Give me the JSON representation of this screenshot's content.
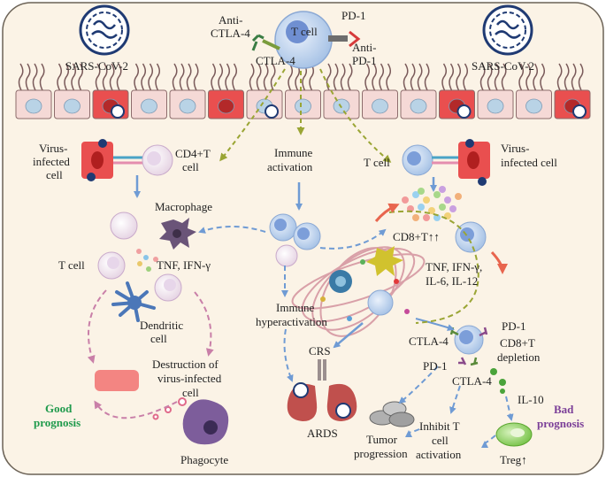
{
  "labels": {
    "virus_left": "SARS-CoV-2",
    "virus_right": "SARS-CoV-2",
    "anti_ctla4_line1": "Anti-",
    "anti_ctla4_line2": "CTLA-4",
    "t_cell_top": "T cell",
    "pd1_top": "PD-1",
    "ctla4_top": "CTLA-4",
    "anti_pd1_line1": "Anti-",
    "anti_pd1_line2": "PD-1",
    "virus_infected_left_1": "Virus-",
    "virus_infected_left_2": "infected",
    "virus_infected_left_3": "cell",
    "cd4_line1": "CD4+T",
    "cd4_line2": "cell",
    "immune_activation_1": "Immune",
    "immune_activation_2": "activation",
    "t_cell_right": "T cell",
    "virus_infected_right_1": "Virus-",
    "virus_infected_right_2": "infected cell",
    "macrophage": "Macrophage",
    "t_cell_left": "T cell",
    "tnf_ifn_left": "TNF, IFN-γ",
    "cd8_up": "CD8+T↑↑",
    "cytokines_1": "TNF, IFN-γ,",
    "cytokines_2": "IL-6, IL-12",
    "dendritic_1": "Dendritic",
    "dendritic_2": "cell",
    "hyperactivation_1": "Immune",
    "hyperactivation_2": "hyperactivation",
    "pd1_mid": "PD-1",
    "cd8_depletion_1": "CD8+T",
    "cd8_depletion_2": "depletion",
    "ctla4_mid": "CTLA-4",
    "crs": "CRS",
    "pd1_low": "PD-1",
    "ctla4_low": "CTLA-4",
    "destruction_1": "Destruction of",
    "destruction_2": "virus-infected",
    "destruction_3": "cell",
    "il10": "IL-10",
    "good_prognosis_1": "Good",
    "good_prognosis_2": "prognosis",
    "bad_prognosis_1": "Bad",
    "bad_prognosis_2": "prognosis",
    "ards": "ARDS",
    "tumor_1": "Tumor",
    "tumor_2": "progression",
    "inhibit_1": "Inhibit T",
    "inhibit_2": "cell",
    "inhibit_3": "activation",
    "treg": "Treg↑",
    "phagocyte": "Phagocyte"
  },
  "colors": {
    "panel_bg": "#fbf3e6",
    "panel_border": "#6b6256",
    "epithelial_cell": "#f5d9d6",
    "infected_cell": "#e94f4f",
    "nucleus": "#b9d3e6",
    "virus": "#1f3a73",
    "arrow_blue": "#6f9bd4",
    "arrow_pink": "#c97fa8",
    "arrow_olive": "#9aa534",
    "arrow_red": "#e8654e",
    "good_prognosis": "#1f9a4c",
    "bad_prognosis": "#7b3f98",
    "t_cell": "#bcd0ec",
    "macrophage": "#6a5478",
    "dendritic": "#4b77b8",
    "phagocyte": "#7d5d9b",
    "treg": "#8fce5e",
    "tumor": "#a9a9a9"
  }
}
